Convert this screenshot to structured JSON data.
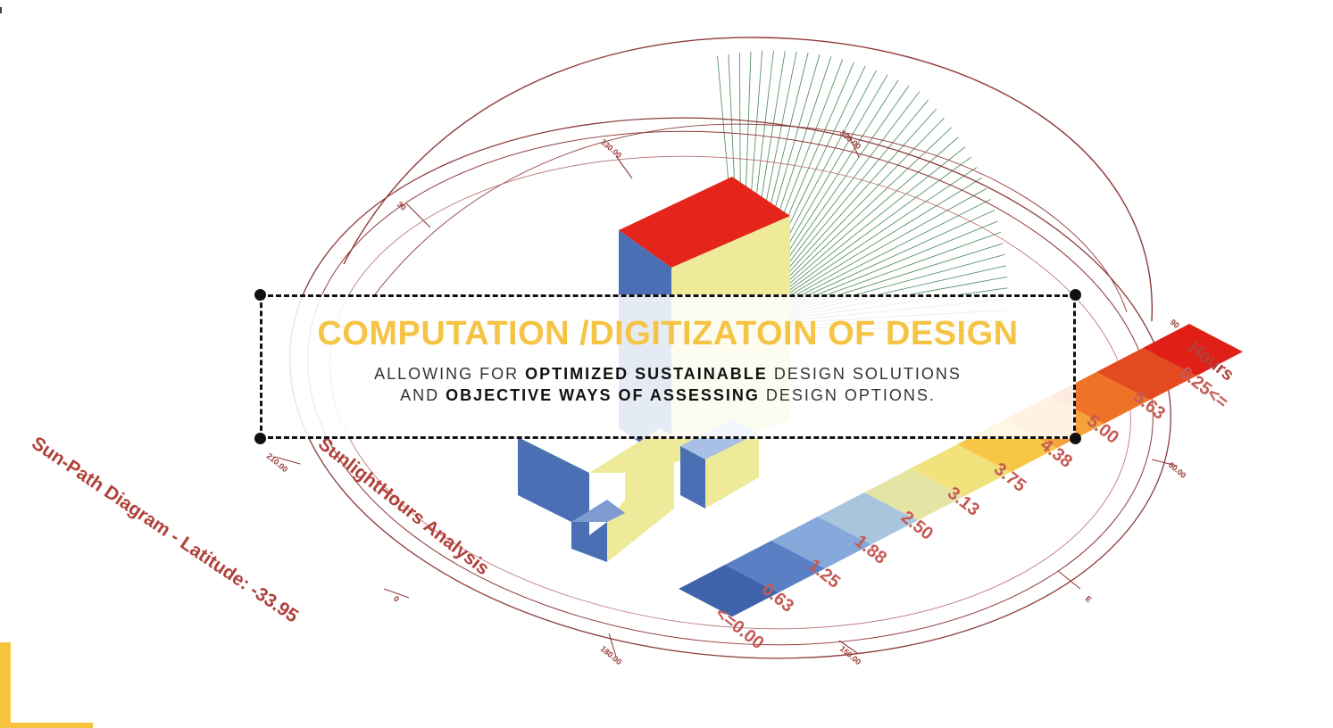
{
  "overlay": {
    "headline": "COMPUTATION /DIGITIZATOIN OF DESIGN",
    "line1": {
      "pre": "ALLOWING FOR ",
      "bold": "OPTIMIZED SUSTAINABLE",
      "post": " DESIGN SOLUTIONS"
    },
    "line2": {
      "pre": "AND ",
      "bold": "OBJECTIVE WAYS OF ASSESSING",
      "post": " DESIGN OPTIONS."
    }
  },
  "diagram": {
    "title_sunpath": "Sun-Path Diagram - Latitude: -33.95",
    "title_analysis": "SunlightHours Analysis",
    "legend_unit": "Hours",
    "legend_values": [
      "<=0.00",
      "0.63",
      "1.25",
      "1.88",
      "2.50",
      "3.13",
      "3.75",
      "4.38",
      "5.00",
      "5.63",
      "6.25<="
    ],
    "legend_colors": [
      "#3f63ab",
      "#5a7fc4",
      "#86a9dc",
      "#a9c5de",
      "#e6e4a5",
      "#f1e27c",
      "#f7c645",
      "#f5a23a",
      "#ef7326",
      "#e34a20",
      "#e01f16"
    ],
    "compass_ticks": [
      "330.00",
      "300.00",
      "30",
      "60.00",
      "210.00",
      "180.00",
      "150.00",
      "90",
      "0",
      "E"
    ]
  },
  "colors": {
    "accent_yellow": "#f6c444",
    "diagram_red": "#b0403a",
    "building_blue": "#4a6fb5",
    "building_yellow": "#eeea9a",
    "roof_red": "#e5251b"
  }
}
